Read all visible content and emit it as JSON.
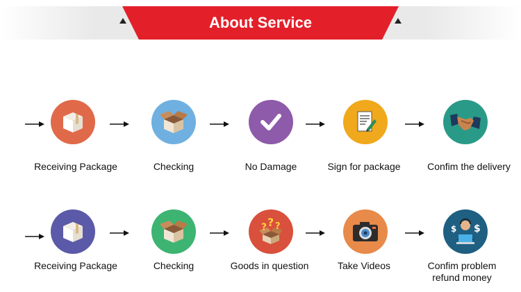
{
  "header": {
    "title": "About Service"
  },
  "rows": [
    {
      "steps": [
        {
          "label": "Receiving Package",
          "icon": "box-closed-icon",
          "color": "#e0694a"
        },
        {
          "label": "Checking",
          "icon": "box-open-icon",
          "color": "#6fb0e0"
        },
        {
          "label": "No Damage",
          "icon": "checkmark-icon",
          "color": "#8e5aaa"
        },
        {
          "label": "Sign for package",
          "icon": "sign-document-icon",
          "color": "#f0a81c"
        },
        {
          "label": "Confim the delivery",
          "icon": "handshake-icon",
          "color": "#2a9a88"
        }
      ]
    },
    {
      "steps": [
        {
          "label": "Receiving Package",
          "icon": "box-closed-icon",
          "color": "#5b5aa8"
        },
        {
          "label": "Checking",
          "icon": "box-open-icon",
          "color": "#3db472"
        },
        {
          "label": "Goods in question",
          "icon": "question-box-icon",
          "color": "#d9503c"
        },
        {
          "label": "Take Videos",
          "icon": "camera-icon",
          "color": "#e88a4a"
        },
        {
          "label": "Confim problem",
          "label2": "refund money",
          "icon": "refund-support-icon",
          "color": "#1e5f82"
        }
      ]
    }
  ]
}
